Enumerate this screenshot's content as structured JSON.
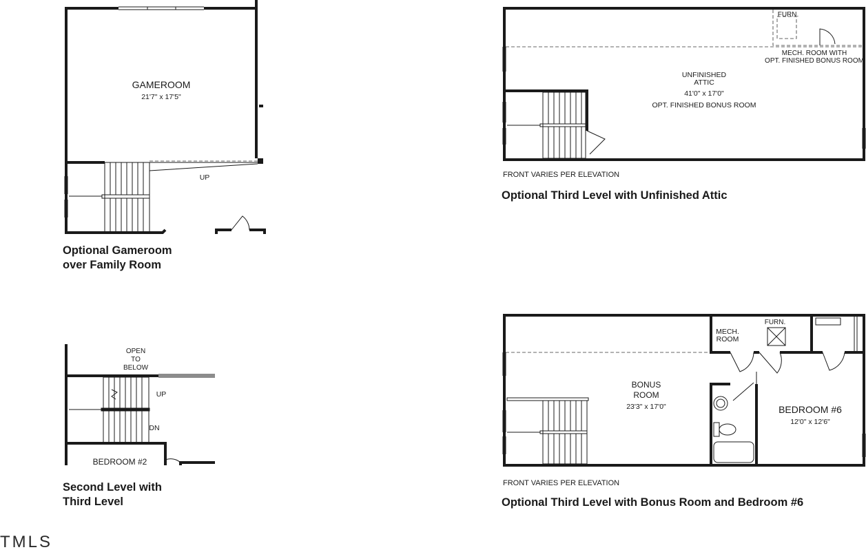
{
  "plans": {
    "gameroom": {
      "caption_line1": "Optional Gameroom",
      "caption_line2": "over Family Room",
      "room_name": "GAMEROOM",
      "room_size": "21'7\" x 17'5\"",
      "stair_label": "UP"
    },
    "second_level": {
      "caption_line1": "Second Level with",
      "caption_line2": "Third Level",
      "open_line1": "OPEN",
      "open_line2": "TO",
      "open_line3": "BELOW",
      "up_label": "UP",
      "dn_label": "DN",
      "bedroom_label": "BEDROOM #2"
    },
    "attic": {
      "caption": "Optional Third Level with Unfinished Attic",
      "front_note": "FRONT VARIES PER ELEVATION",
      "furn_label": "FURN.",
      "mech_line1": "MECH. ROOM WITH",
      "mech_line2": "OPT. FINISHED BONUS ROOM",
      "attic_line1": "UNFINISHED",
      "attic_line2": "ATTIC",
      "attic_size": "41'0\" x 17'0\"",
      "attic_option": "OPT. FINISHED BONUS ROOM"
    },
    "bonus": {
      "caption": "Optional Third Level with Bonus Room and Bedroom #6",
      "front_note": "FRONT VARIES PER ELEVATION",
      "furn_label": "FURN.",
      "mech_line1": "MECH.",
      "mech_line2": "ROOM",
      "bonus_line1": "BONUS",
      "bonus_line2": "ROOM",
      "bonus_size": "23'3\" x 17'0\"",
      "bed6_name": "BEDROOM #6",
      "bed6_size": "12'0\" x 12'6\""
    }
  },
  "watermark": "TMLS"
}
